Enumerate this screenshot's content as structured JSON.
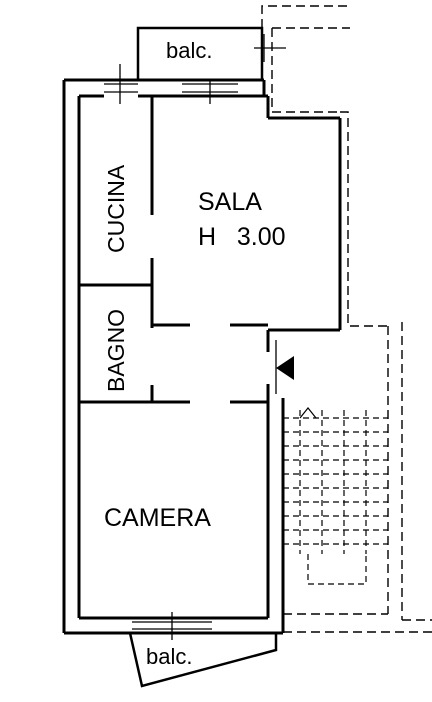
{
  "plan": {
    "rooms": {
      "sala": "SALA",
      "height": "H   3.00",
      "cucina": "CUCINA",
      "bagno": "BAGNO",
      "camera": "CAMERA"
    },
    "balconies": {
      "top": "balc.",
      "bottom": "balc."
    }
  }
}
